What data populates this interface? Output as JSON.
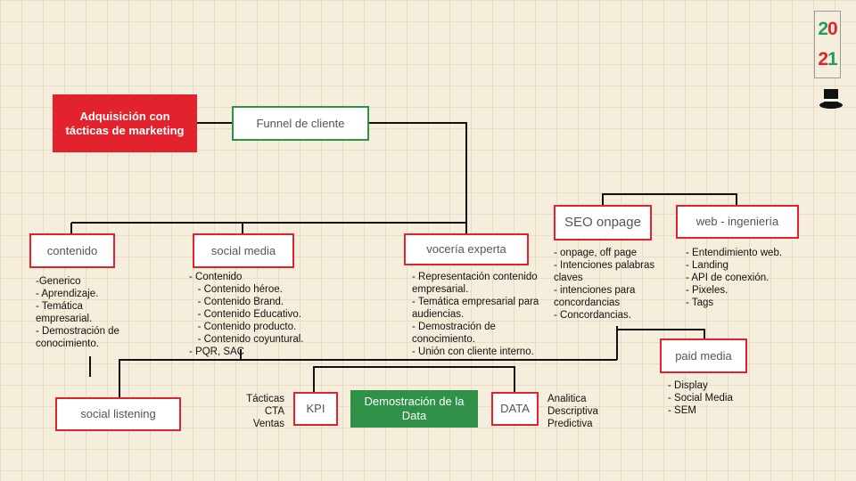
{
  "nodes": {
    "adquisicion": "Adquisición con tácticas de marketing",
    "funnel": "Funnel de cliente",
    "contenido": "contenido",
    "social_media": "social media",
    "voceria": "vocería experta",
    "seo": "SEO onpage",
    "web": "web - ingeniería",
    "paid_media": "paid media",
    "social_listening": "social listening",
    "kpi": "KPI",
    "demostracion": "Demostración de la Data",
    "data": "DATA"
  },
  "lists": {
    "contenido": [
      "-Generico",
      "- Aprendizaje.",
      "- Temática",
      "empresarial.",
      "- Demostración de",
      "conocimiento."
    ],
    "social_media": [
      "- Contenido",
      "   - Contenido héroe.",
      "   - Contenido Brand.",
      "   - Contenido Educativo.",
      "   - Contenido producto.",
      "   - Contenido coyuntural.",
      "- PQR, SAC"
    ],
    "voceria": [
      "- Representación contenido",
      "empresarial.",
      "- Temática empresarial para",
      "audiencias.",
      "- Demostración de",
      "conocimiento.",
      "- Unión con cliente interno."
    ],
    "seo": [
      "- onpage, off page",
      "- Intenciones palabras",
      "claves",
      "- intenciones para",
      "concordancias",
      "- Concordancias."
    ],
    "web": [
      "- Entendimiento web.",
      "- Landing",
      "- API de conexión.",
      "- Pixeles.",
      "- Tags"
    ],
    "paid_media": [
      "- Display",
      "- Social Media",
      "- SEM"
    ],
    "kpi": [
      "Tácticas",
      "CTA",
      "Ventas"
    ],
    "data": [
      "Analitica",
      "Descriptiva",
      "Predictiva"
    ]
  },
  "logo": {
    "year_top_a": "2",
    "year_top_b": "0",
    "year_bottom_a": "2",
    "year_bottom_b": "1",
    "icon": "top-hat-icon"
  },
  "colors": {
    "red": "#e2232d",
    "green": "#2e9147",
    "background": "#f6eedc"
  }
}
